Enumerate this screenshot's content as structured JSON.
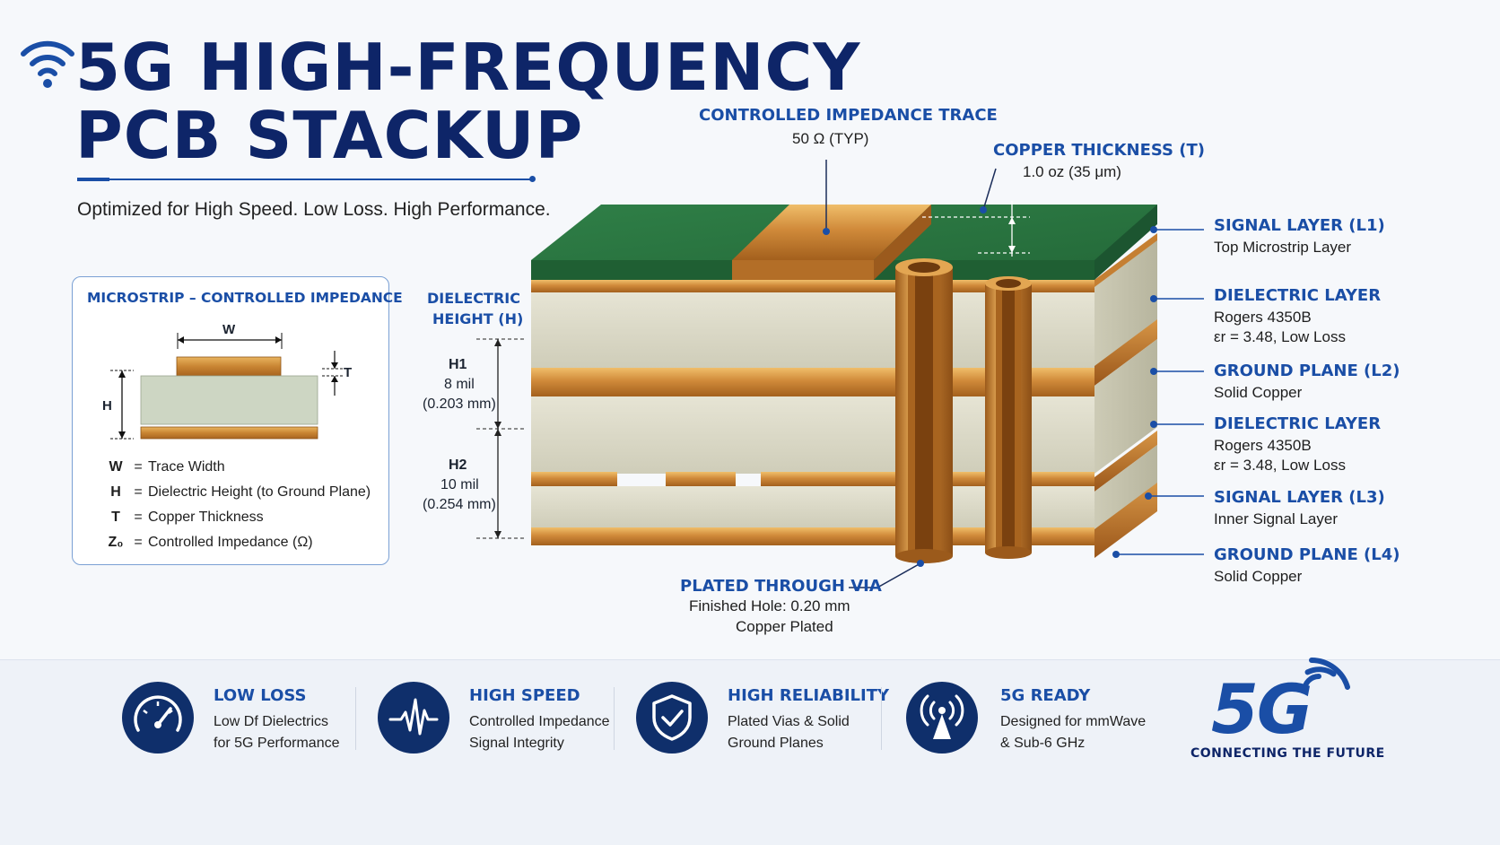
{
  "header": {
    "title_line1": "5G HIGH-FREQUENCY",
    "title_line2": "PCB STACKUP",
    "subtitle": "Optimized for High Speed. Low Loss. High Performance.",
    "icon": "wifi-signal-icon"
  },
  "microstrip": {
    "title": "MICROSTRIP – CONTROLLED IMPEDANCE",
    "labels": {
      "w": "W",
      "h": "H",
      "t": "T"
    },
    "legend": [
      {
        "key": "W",
        "desc": "Trace Width"
      },
      {
        "key": "H",
        "desc": "Dielectric Height (to Ground Plane)"
      },
      {
        "key": "T",
        "desc": "Copper Thickness"
      },
      {
        "key": "Z₀",
        "desc": "Controlled Impedance (Ω)"
      }
    ]
  },
  "dielectric_height": {
    "label_line1": "DIELECTRIC",
    "label_line2": "HEIGHT (H)",
    "h1": {
      "name": "H1",
      "mil": "8 mil",
      "mm": "(0.203 mm)"
    },
    "h2": {
      "name": "H2",
      "mil": "10 mil",
      "mm": "(0.254 mm)"
    }
  },
  "callouts": {
    "trace": {
      "title": "CONTROLLED IMPEDANCE TRACE",
      "sub": "50 Ω (TYP)"
    },
    "copper": {
      "title": "COPPER THICKNESS (T)",
      "sub": "1.0 oz (35 μm)"
    },
    "via": {
      "title": "PLATED THROUGH VIA",
      "sub1": "Finished Hole: 0.20 mm",
      "sub2": "Copper Plated"
    }
  },
  "layers": [
    {
      "title": "SIGNAL LAYER (L1)",
      "lines": [
        "Top Microstrip Layer"
      ]
    },
    {
      "title": "DIELECTRIC LAYER",
      "lines": [
        "Rogers 4350B",
        "εr = 3.48, Low Loss"
      ]
    },
    {
      "title": "GROUND PLANE (L2)",
      "lines": [
        "Solid Copper"
      ]
    },
    {
      "title": "DIELECTRIC LAYER",
      "lines": [
        "Rogers 4350B",
        "εr = 3.48, Low Loss"
      ]
    },
    {
      "title": "SIGNAL LAYER (L3)",
      "lines": [
        "Inner Signal Layer"
      ]
    },
    {
      "title": "GROUND PLANE (L4)",
      "lines": [
        "Solid Copper"
      ]
    }
  ],
  "features": [
    {
      "icon": "speedometer-icon",
      "title": "LOW LOSS",
      "line1": "Low Df Dielectrics",
      "line2": "for 5G Performance"
    },
    {
      "icon": "waveform-icon",
      "title": "HIGH SPEED",
      "line1": "Controlled Impedance",
      "line2": "Signal Integrity"
    },
    {
      "icon": "shield-check-icon",
      "title": "HIGH RELIABILITY",
      "line1": "Plated Vias & Solid",
      "line2": "Ground Planes"
    },
    {
      "icon": "antenna-tower-icon",
      "title": "5G READY",
      "line1": "Designed for mmWave",
      "line2": "& Sub-6 GHz"
    }
  ],
  "brand": {
    "logo": "5G",
    "tagline": "CONNECTING THE FUTURE"
  },
  "colors": {
    "navy": "#0e2568",
    "accent_blue": "#1a4ea6",
    "copper": "#c9853a",
    "solder_mask_green": "#2e7a44",
    "dielectric": "#d8d8c6"
  }
}
